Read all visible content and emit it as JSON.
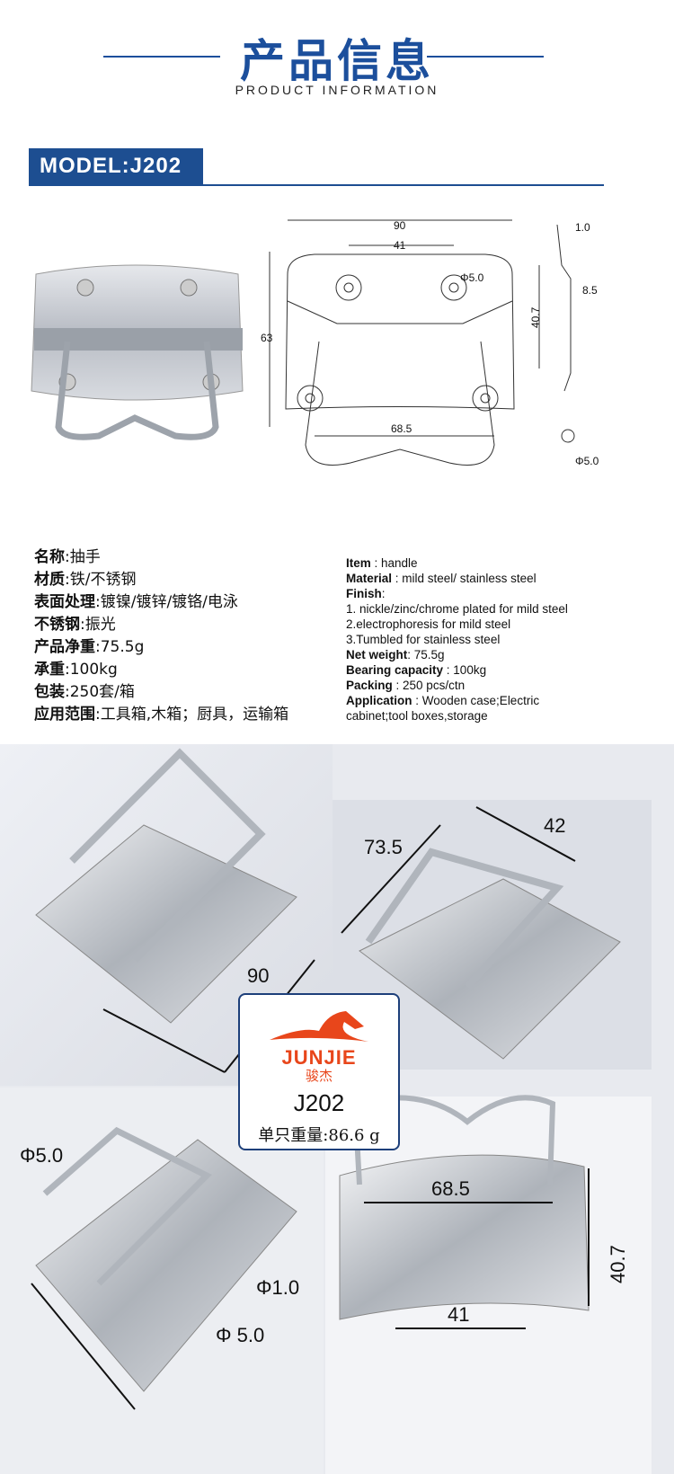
{
  "header": {
    "title": "产品信息",
    "subtitle": "PRODUCT INFORMATION"
  },
  "model": {
    "label": "MODEL:J202"
  },
  "drawing": {
    "width": "90",
    "hole_spacing": "41",
    "hole_dia": "Φ5.0",
    "height": "63",
    "bottom_span": "68.5",
    "thickness": "1.0",
    "offset": "8.5",
    "side_height": "40.7",
    "wire_dia": "Φ5.0"
  },
  "specs_cn": [
    {
      "k": "名称",
      "v": ":抽手"
    },
    {
      "k": "材质",
      "v": ":铁/不锈钢"
    },
    {
      "k": "表面处理",
      "v": ":镀镍/镀锌/镀铬/电泳"
    },
    {
      "k": "不锈钢",
      "v": ":振光"
    },
    {
      "k": "产品净重",
      "v": ":75.5g"
    },
    {
      "k": "承重",
      "v": ":100kg"
    },
    {
      "k": "包装",
      "v": ":250套/箱"
    },
    {
      "k": "应用范围",
      "v": ":工具箱,木箱；厨具，运输箱"
    }
  ],
  "specs_en": [
    {
      "k": "Item",
      "v": " : handle"
    },
    {
      "k": "Material",
      "v": " : mild steel/ stainless steel"
    },
    {
      "k": "Finish",
      "v": ":"
    },
    {
      "k": "",
      "v": "1. nickle/zinc/chrome plated for mild steel"
    },
    {
      "k": "",
      "v": "2.electrophoresis for mild steel"
    },
    {
      "k": "",
      "v": "3.Tumbled for stainless steel"
    },
    {
      "k": "Net weight",
      "v": ": 75.5g"
    },
    {
      "k": "Bearing capacity",
      "v": " : 100kg"
    },
    {
      "k": "Packing",
      "v": "  : 250 pcs/ctn"
    },
    {
      "k": "Application",
      "v": " :  Wooden case;Electric cabinet;tool boxes,storage"
    }
  ],
  "photos": {
    "tl_dim": "90",
    "tr_dim_a": "73.5",
    "tr_dim_b": "42",
    "bl_wire": "Φ5.0",
    "bl_thick": "Φ1.0",
    "bl_hole": "Φ 5.0",
    "br_span": "68.5",
    "br_height": "40.7",
    "br_holes": "41"
  },
  "logo": {
    "brand": "JUNJIE",
    "brand_cn": "骏杰",
    "model": "J202",
    "weight": "单只重量:86.6 g"
  },
  "colors": {
    "brand_blue": "#1d4e91",
    "logo_orange": "#e8461b"
  }
}
